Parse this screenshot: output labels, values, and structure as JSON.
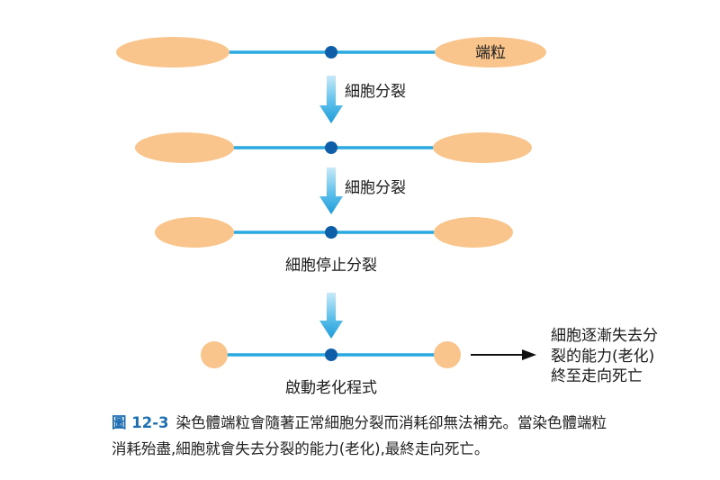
{
  "labels": {
    "telomere": "端粒",
    "cell_division_1": "細胞分裂",
    "cell_division_2": "細胞分裂",
    "division_stops": "細胞停止分裂",
    "aging_program": "啟動老化程式",
    "outcome_line1": "細胞逐漸失去分",
    "outcome_line2": "裂的能力(老化)",
    "outcome_line3": "終至走向死亡"
  },
  "caption": {
    "figure_label": "圖 12-3",
    "line1": "染色體端粒會隨著正常細胞分裂而消耗卻無法補充。當染色體端粒",
    "line2": "消耗殆盡,細胞就會失去分裂的能力(老化),最終走向死亡。"
  },
  "colors": {
    "telomere_fill": "#f9c58c",
    "chromosome_line": "#29a9df",
    "centromere": "#0f5ea8",
    "arrow_light": "#9dd8f4",
    "arrow_dark": "#1f9bd7",
    "figure_label": "#1f6fb2"
  }
}
